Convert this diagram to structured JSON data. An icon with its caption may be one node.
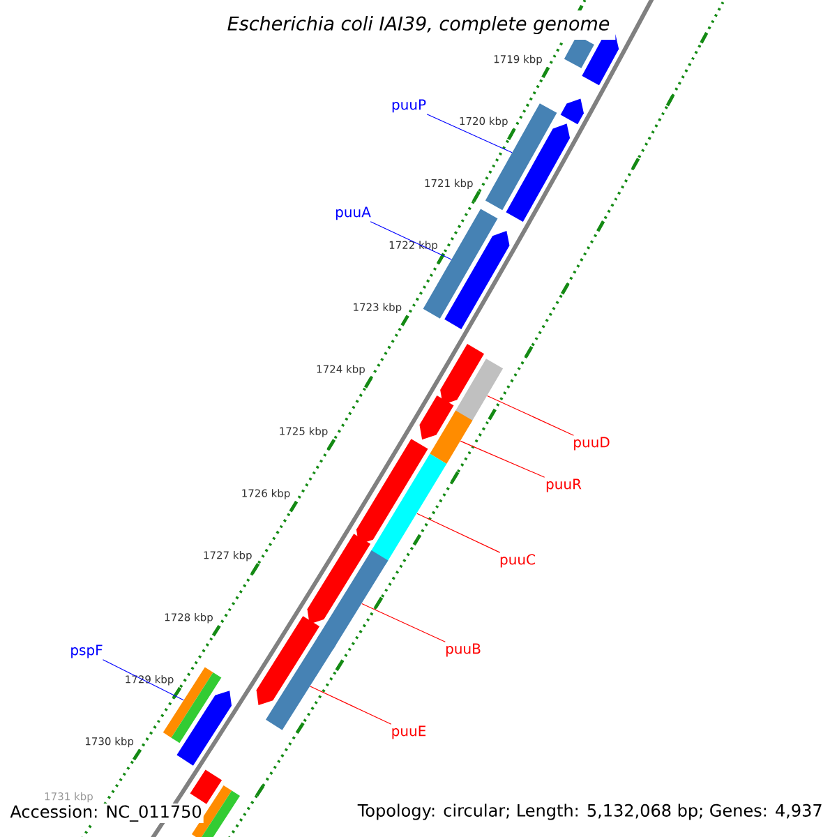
{
  "diagram": {
    "title": "Escherichia coli IAI39, complete genome",
    "nodes": [
      {
        "text": [
          "puuP"
        ]
      },
      {
        "text": [],
        "shape": "bar"
      },
      {
        "text": [
          "puuA"
        ]
      },
      {
        "text": [],
        "shape": "bar"
      },
      {
        "text": [
          "puuD"
        ]
      },
      {
        "text": [],
        "shape": "bar"
      },
      {
        "text": [
          "puuR"
        ]
      },
      {
        "text": [],
        "shape": "bar"
      },
      {
        "text": [
          "puuC"
        ]
      },
      {
        "text": [],
        "shape": "bar"
      },
      {
        "text": [
          "puuB"
        ]
      },
      {
        "text": [],
        "shape": "bar"
      },
      {
        "text": [
          "pspF"
        ]
      },
      {
        "text": [],
        "shape": "bar"
      },
      {
        "text": [
          "puuE"
        ]
      },
      {
        "text": [],
        "shape": "bar"
      },
      {
        "text": [],
        "shape": "bar"
      },
      {
        "text": [],
        "shape": "arrow"
      },
      {
        "text": [],
        "shape": "arrow"
      },
      {
        "text": [],
        "shape": "arrow"
      },
      {
        "text": [],
        "shape": "arrow"
      },
      {
        "text": [],
        "shape": "arrow"
      },
      {
        "text": [],
        "shape": "arrow"
      },
      {
        "text": [],
        "shape": "arrow"
      },
      {
        "text": [],
        "shape": "arrow"
      },
      {
        "text": [],
        "shape": "arrow"
      },
      {
        "text": [],
        "shape": "bar"
      },
      {
        "text": [],
        "shape": "arrow"
      },
      {
        "text": [],
        "shape": "bar"
      },
      {
        "text": [],
        "shape": "bar"
      },
      {
        "text": [],
        "shape": "bar"
      }
    ],
    "edges": [
      {
        "from": 0,
        "to": 1,
        "arrow": "none",
        "color": "#0000ff"
      },
      {
        "from": 2,
        "to": 3,
        "arrow": "none",
        "color": "#0000ff"
      },
      {
        "from": 4,
        "to": 5,
        "arrow": "none"
      },
      {
        "from": 6,
        "to": 7,
        "arrow": "none"
      },
      {
        "from": 8,
        "to": 9,
        "arrow": "none"
      },
      {
        "from": 10,
        "to": 11,
        "arrow": "none"
      },
      {
        "from": 12,
        "to": 13,
        "arrow": "none",
        "color": "#0000ff"
      },
      {
        "from": 14,
        "to": 15,
        "arrow": "none"
      }
    ],
    "labels": [
      "1719 kbp",
      "1720 kbp",
      "1721 kbp",
      "1722 kbp",
      "1723 kbp",
      "1724 kbp",
      "1725 kbp",
      "1726 kbp",
      "1727 kbp",
      "1728 kbp",
      "1729 kbp",
      "1730 kbp",
      "1731 kbp",
      "Accession: NC_011750",
      "Topology: circular; Length: 5,132,068 bp; Genes: 4,937"
    ]
  }
}
